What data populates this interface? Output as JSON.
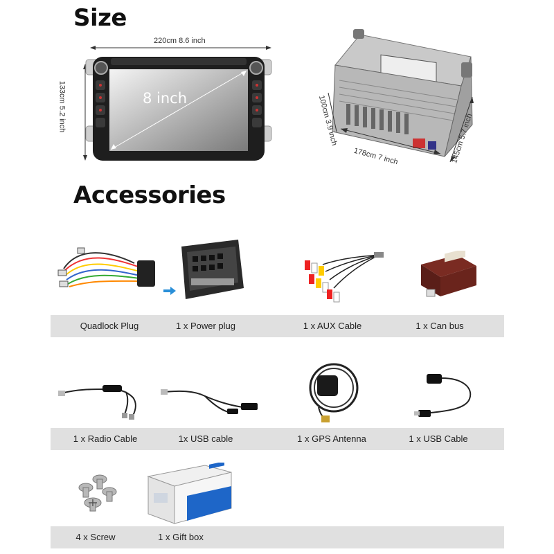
{
  "size_section": {
    "heading": "Size",
    "width_label": "220cm 8.6 inch",
    "height_label": "133cm 5.2 inch",
    "screen_label": "8 inch",
    "back_depth_label": "100cm 3.9 inch",
    "back_width_label": "178cm 7 inch",
    "back_height_label": "145cm 5.7 inch"
  },
  "accessories_section": {
    "heading": "Accessories",
    "rows": [
      {
        "items": [
          {
            "label": "Quadlock Plug",
            "icon": "wiring-harness-icon"
          },
          {
            "label": "1 x Power plug",
            "icon": "quadlock-connector-icon"
          },
          {
            "label": "1 x AUX Cable",
            "icon": "rca-cable-icon"
          },
          {
            "label": "1 x Can bus",
            "icon": "canbus-box-icon"
          }
        ]
      },
      {
        "items": [
          {
            "label": "1 x Radio Cable",
            "icon": "radio-cable-icon"
          },
          {
            "label": "1x USB cable",
            "icon": "usb-y-cable-icon"
          },
          {
            "label": "1 x GPS Antenna",
            "icon": "gps-antenna-icon"
          },
          {
            "label": "1 x USB Cable",
            "icon": "usb-cable-icon"
          }
        ]
      },
      {
        "items": [
          {
            "label": "4 x Screw",
            "icon": "screws-icon"
          },
          {
            "label": "1 x Gift box",
            "icon": "gift-box-icon"
          }
        ]
      }
    ]
  },
  "colors": {
    "label_bar": "#e0e0e0",
    "arrow_blue": "#2a8fd8"
  }
}
